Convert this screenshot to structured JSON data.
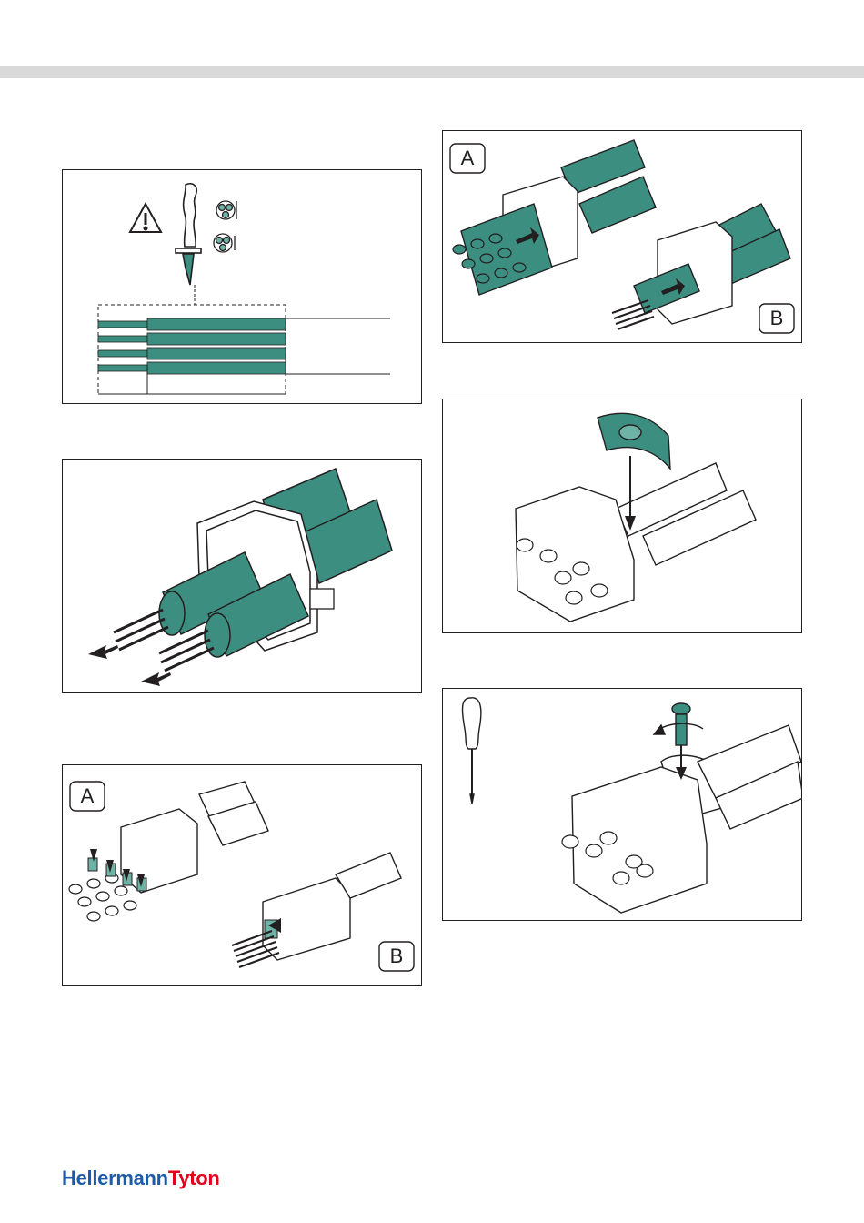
{
  "colors": {
    "teal": "#3c8f80",
    "teal_light": "#6fb3a6",
    "line": "#231f20",
    "band": "#d9d9d9",
    "brand_blue": "#1f5aa8",
    "brand_red": "#e2001a"
  },
  "panels": {
    "step3": {
      "label_a": "A",
      "label_b": "B"
    },
    "step4": {
      "label_a": "A",
      "label_b": "B"
    }
  },
  "icons": [
    "warning-icon",
    "knife-icon",
    "screwdriver-icon",
    "arrow-icon"
  ],
  "footer": {
    "logo_part1": "Hellermann",
    "logo_part2": "Tyton"
  }
}
